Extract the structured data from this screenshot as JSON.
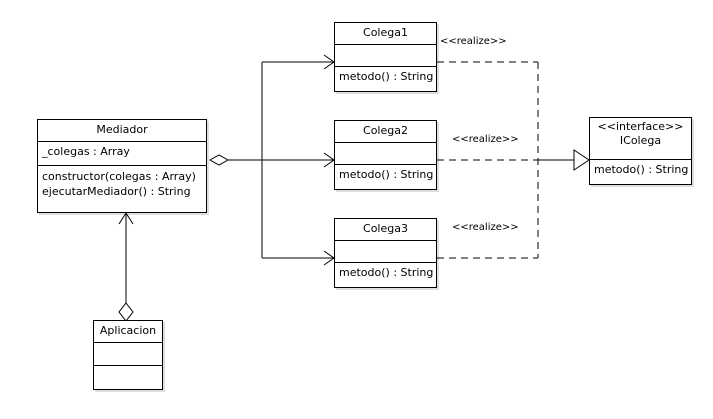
{
  "diagram": {
    "kind": "uml-class-diagram",
    "title": "Mediador pattern class diagram",
    "stroke_color": "#000000",
    "background_color": "#ffffff",
    "shadow_color": "rgba(0,0,0,0.13)"
  },
  "classes": {
    "mediador": {
      "name": "Mediador",
      "attributes": [
        "_colegas : Array"
      ],
      "operations": [
        "constructor(colegas : Array)",
        "ejecutarMediador() : String"
      ]
    },
    "colega1": {
      "name": "Colega1",
      "attributes": [
        ""
      ],
      "operations": [
        "metodo() : String"
      ]
    },
    "colega2": {
      "name": "Colega2",
      "attributes": [
        ""
      ],
      "operations": [
        "metodo() : String"
      ]
    },
    "colega3": {
      "name": "Colega3",
      "attributes": [
        ""
      ],
      "operations": [
        "metodo() : String"
      ]
    },
    "icolega": {
      "stereotype": "<<interface>>",
      "name": "IColega",
      "operations": [
        "metodo() : String"
      ]
    },
    "aplicacion": {
      "name": "Aplicacion",
      "attributes": [
        ""
      ],
      "operations": [
        ""
      ]
    }
  },
  "edges": {
    "realize_labels": [
      "<<realize>>",
      "<<realize>>",
      "<<realize>>"
    ],
    "aggregation_mediador_colegas": "aggregation",
    "aggregation_aplicacion_mediador": "aggregation"
  }
}
